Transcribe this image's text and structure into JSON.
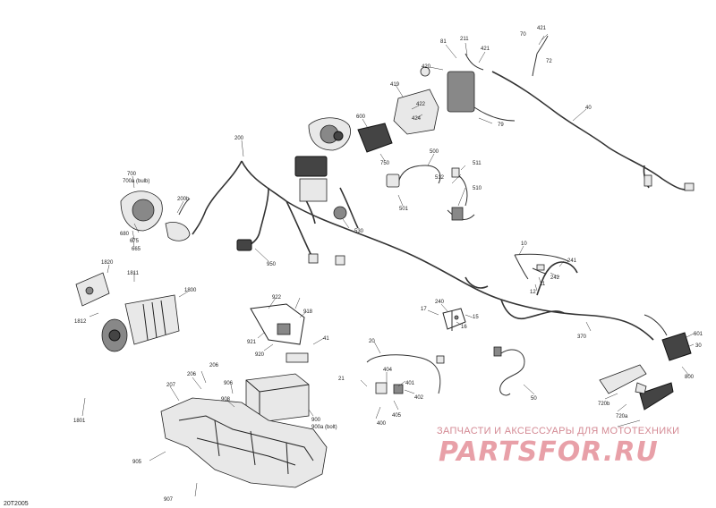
{
  "diagram": {
    "code": "20T2005",
    "watermark": {
      "line1": "ЗАПЧАСТИ И АКСЕССУАРЫ ДЛЯ МОТОТЕХНИКИ",
      "line2": "PARTSFOR.RU"
    },
    "labels": {
      "l421a": "421",
      "l70": "70",
      "l72": "72",
      "l81": "81",
      "l211": "211",
      "l421b": "421",
      "l420": "420",
      "l419": "419",
      "l422": "422",
      "l424": "424",
      "l79": "79",
      "l40": "40",
      "l600": "600",
      "l750": "750",
      "l500": "500",
      "l511": "511",
      "l512": "512",
      "l510": "510",
      "l501": "501",
      "l200": "200",
      "l700": "700",
      "l700a": "700a (bulb)",
      "l200b": "200b",
      "l680": "680",
      "l675": "675",
      "l665": "665",
      "l530": "530",
      "l950": "950",
      "l10": "10",
      "l241": "241",
      "l242": "242",
      "l11": "11",
      "l12": "12",
      "l1820": "1820",
      "l1811": "1811",
      "l1800": "1800",
      "l1812": "1812",
      "l922": "922",
      "l918": "918",
      "l921": "921",
      "l920": "920",
      "l41": "41",
      "l17": "17",
      "l240": "240",
      "l15": "15",
      "l16": "16",
      "l370": "370",
      "l601": "601",
      "l800": "800",
      "l30": "30",
      "l20": "20",
      "l404": "404",
      "l401": "401",
      "l402": "402",
      "l405": "405",
      "l400": "400",
      "l21": "21",
      "l50": "50",
      "l720b": "720b",
      "l720a": "720a",
      "l206a": "206",
      "l207": "207",
      "l206b": "206",
      "l906": "906",
      "l908": "908",
      "l900": "900",
      "l900a": "900a (bolt)",
      "l905": "905",
      "l907": "907",
      "l1801": "1801"
    }
  }
}
